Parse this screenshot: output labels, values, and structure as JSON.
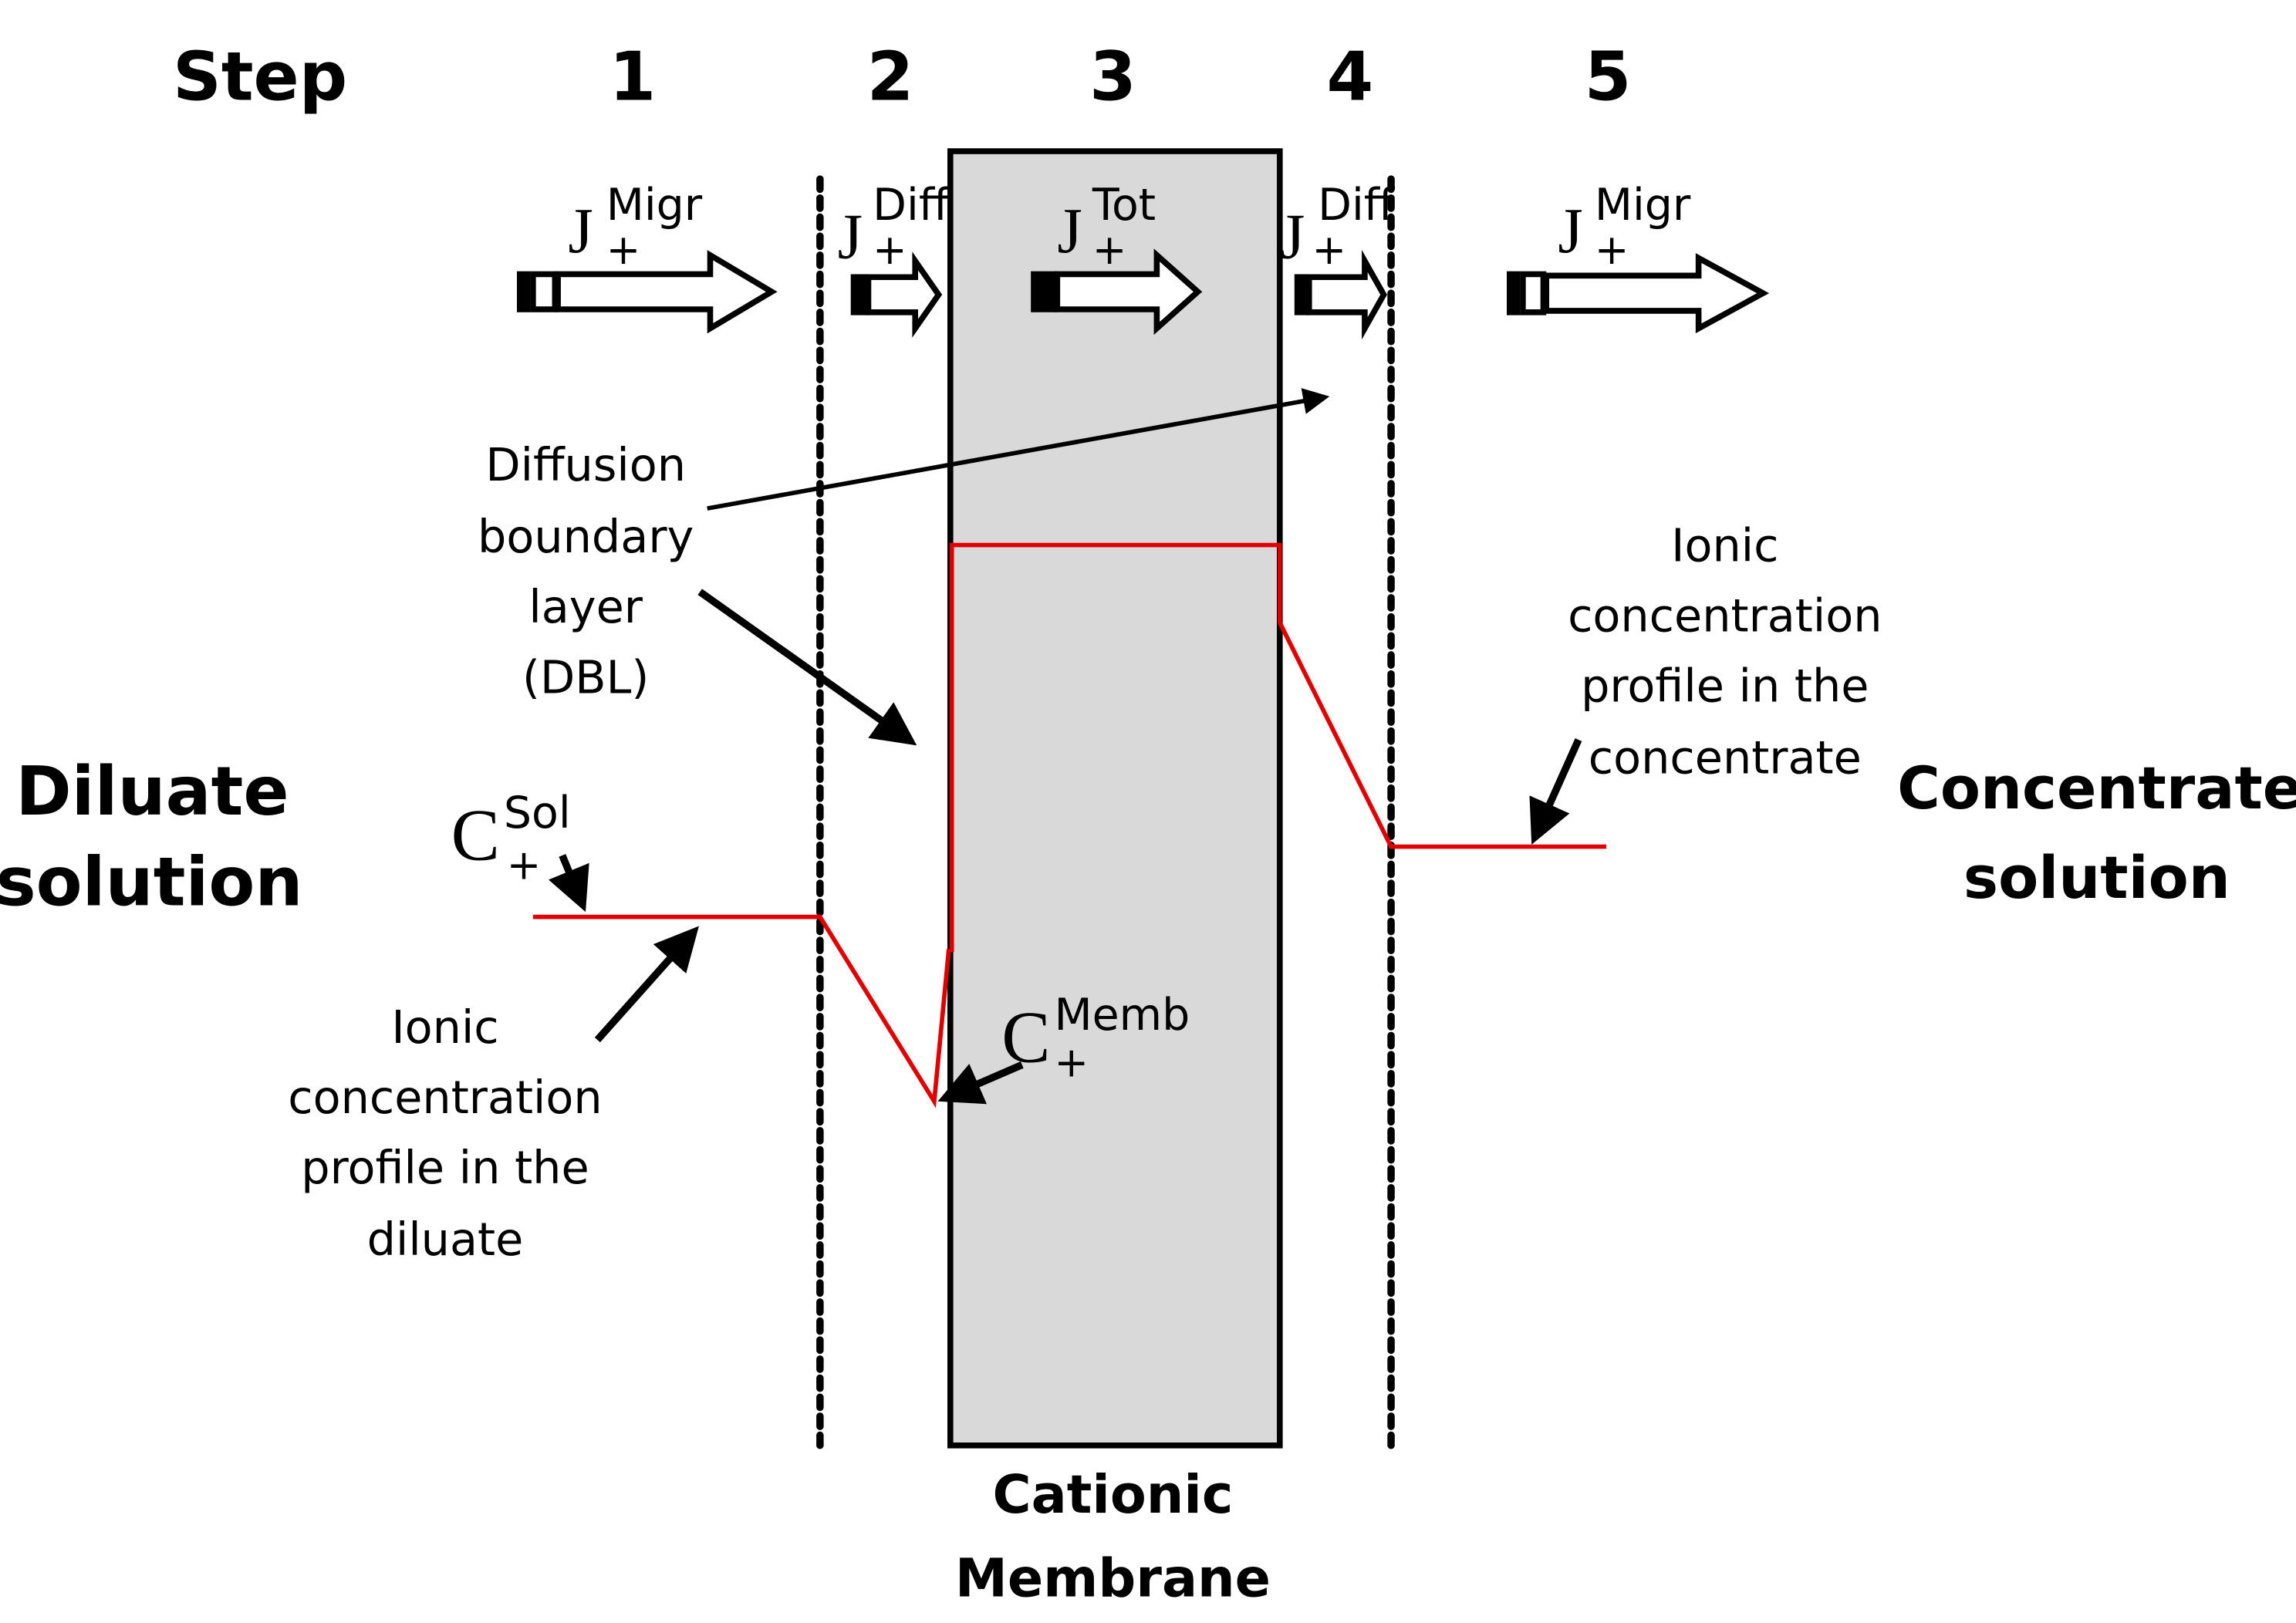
{
  "steps": {
    "label": "Step",
    "numbers": [
      "1",
      "2",
      "3",
      "4",
      "5"
    ]
  },
  "fluxes": [
    {
      "symbol": "J",
      "sub": "+",
      "sup": "Migr"
    },
    {
      "symbol": "J",
      "sub": "+",
      "sup": "Diff"
    },
    {
      "symbol": "J",
      "sub": "+",
      "sup": "Tot"
    },
    {
      "symbol": "J",
      "sub": "+",
      "sup": "Diff"
    },
    {
      "symbol": "J",
      "sub": "+",
      "sup": "Migr"
    }
  ],
  "dbl_label": [
    "Diffusion",
    "boundary",
    "layer",
    "(DBL)"
  ],
  "diluate": {
    "title": [
      "Diluate",
      "solution"
    ],
    "profile": [
      "Ionic",
      "concentration",
      "profile  in the",
      "diluate"
    ]
  },
  "concentrate": {
    "title": [
      "Concentrate",
      "solution"
    ],
    "profile": [
      "Ionic",
      "concentration",
      "profile  in the",
      "concentrate"
    ]
  },
  "c_sol": {
    "symbol": "C",
    "sub": "+",
    "sup": "Sol"
  },
  "c_memb": {
    "symbol": "C",
    "sub": "+",
    "sup": "Memb"
  },
  "membrane": [
    "Cationic",
    "Membrane"
  ],
  "colors": {
    "profile": "#e00000",
    "membrane": "#d9d9d9"
  }
}
